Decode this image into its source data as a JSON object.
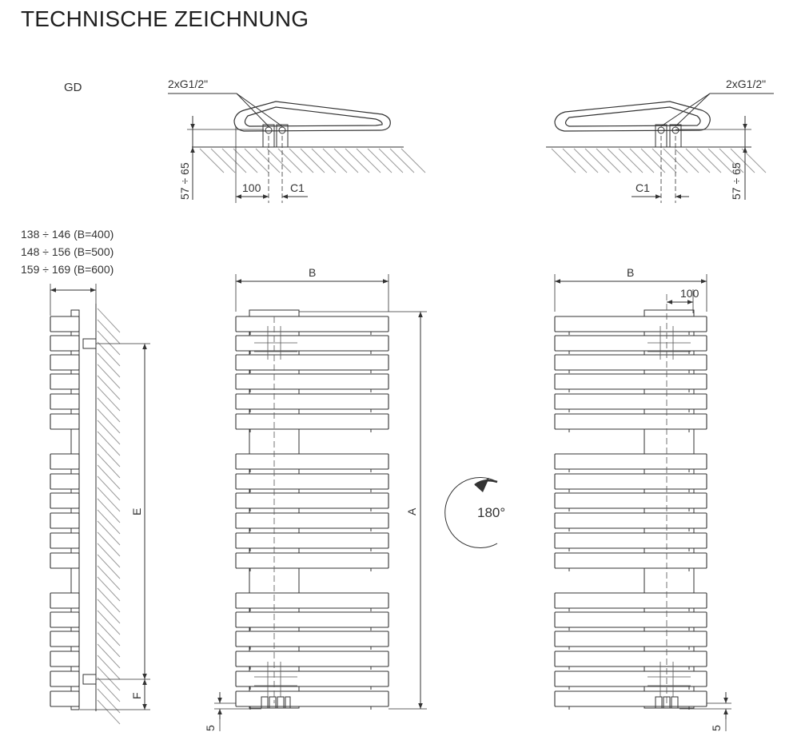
{
  "title": "TECHNISCHE ZEICHNUNG",
  "colors": {
    "line": "#333333",
    "hatch": "#9a9a9a",
    "dash": "#555555"
  },
  "top_view": {
    "model_label": "GD",
    "connection_label": "2xG1/2\"",
    "height_label": "57 ÷ 65",
    "offset_label": "100",
    "c1_label": "C1"
  },
  "side_view": {
    "depth_lines": [
      "138 ÷ 146 (B=400)",
      "148 ÷ 156 (B=500)",
      "159 ÷ 169 (B=600)"
    ],
    "e_label": "E",
    "f_label": "F"
  },
  "front_view": {
    "width_label": "B",
    "height_label": "A",
    "bottom_gap_label": "5",
    "offset_label": "100"
  },
  "rotation_label": "180°"
}
